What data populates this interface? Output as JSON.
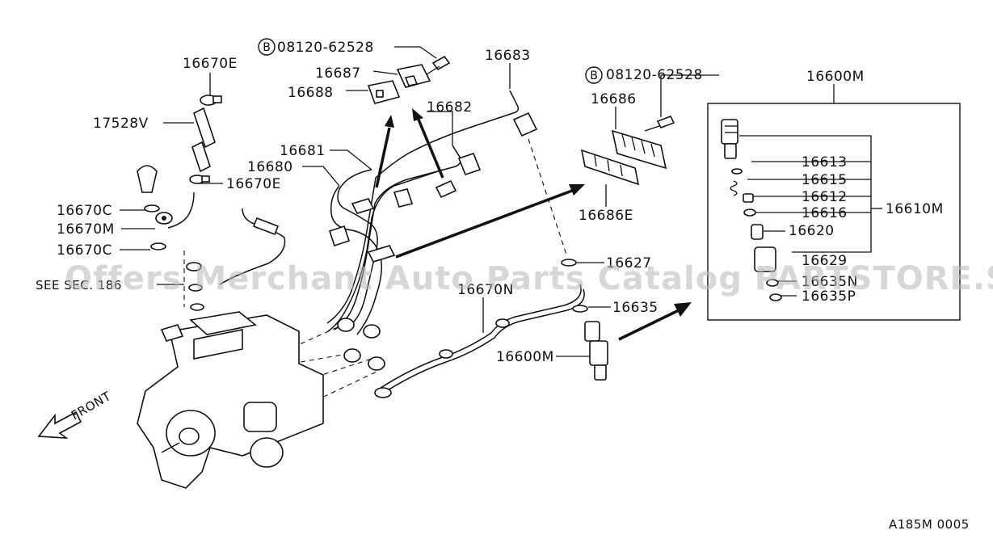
{
  "labels": {
    "p16670E_top": "16670E",
    "p17528V": "17528V",
    "p16670E_mid": "16670E",
    "p16670C_1": "16670C",
    "p16670M": "16670M",
    "p16670C_2": "16670C",
    "see_sec": "SEE SEC. 186",
    "bolt1": "08120-62528",
    "p16687": "16687",
    "p16688": "16688",
    "p16683": "16683",
    "p16682": "16682",
    "p16681": "16681",
    "p16680": "16680",
    "bolt2": "08120-62528",
    "p16686": "16686",
    "p16686E": "16686E",
    "p16600M_box": "16600M",
    "p16613": "16613",
    "p16615": "16615",
    "p16612": "16612",
    "p16616": "16616",
    "p16610M": "16610M",
    "p16620": "16620",
    "p16629": "16629",
    "p16635N": "16635N",
    "p16635P": "16635P",
    "p16627": "16627",
    "p16670N": "16670N",
    "p16635": "16635",
    "p16600M": "16600M",
    "front": "FRONT",
    "circle_b": "B",
    "diagram_id": "A185M 0005"
  },
  "watermark": "Offers Merchant Auto Parts Catalog PARTSTORE.SA",
  "colors": {
    "ink": "#111111",
    "background": "#ffffff",
    "watermark": "#b7b7b7"
  }
}
